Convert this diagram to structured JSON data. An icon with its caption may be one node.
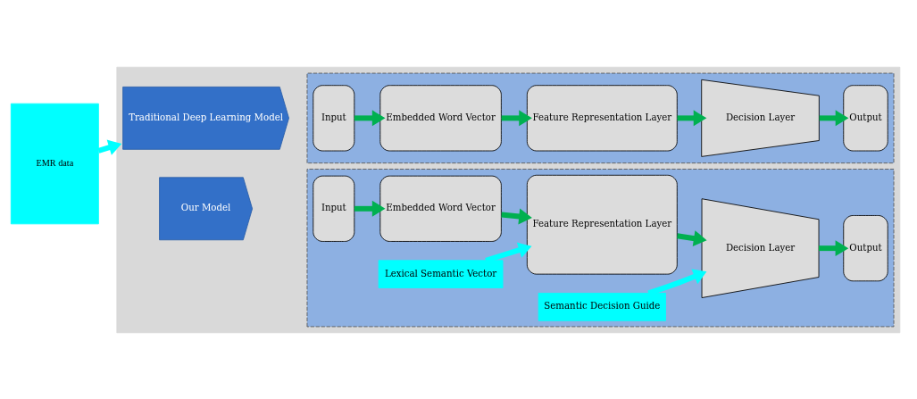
{
  "diagram": {
    "nodes": [
      {
        "text": [
          "EMR data"
        ]
      },
      {
        "text": [],
        "shape": "box"
      },
      {
        "text": [
          "Traditional Deep Learning Model"
        ],
        "in": 1
      },
      {
        "text": [],
        "shape": "box",
        "in": 1
      },
      {
        "text": [
          "Input"
        ],
        "in": 3
      },
      {
        "text": [
          "Embedded Word Vector"
        ],
        "in": 3
      },
      {
        "text": [
          "Feature Representation Layer"
        ],
        "in": 3
      },
      {
        "text": [
          "Decision Layer"
        ],
        "in": 3
      },
      {
        "text": [
          "Output"
        ],
        "in": 3
      },
      {
        "text": [
          "Our Model"
        ],
        "in": 1
      },
      {
        "text": [],
        "shape": "box",
        "in": 1
      },
      {
        "text": [
          "Input"
        ],
        "in": 10
      },
      {
        "text": [
          "Embedded Word Vector"
        ],
        "in": 10
      },
      {
        "text": [
          "Lexical Semantic Vector"
        ],
        "in": 10
      },
      {
        "text": [
          "Feature Representation Layer"
        ],
        "in": 10
      },
      {
        "text": [
          "Semantic Decision Guide"
        ],
        "in": 10
      },
      {
        "text": [
          "Decision Layer"
        ],
        "in": 10
      },
      {
        "text": [
          "Output"
        ],
        "in": 10
      }
    ],
    "edges": [
      {
        "from": 0,
        "to": 1,
        "arrow": "to",
        "color": "#00ffff"
      },
      {
        "from": 4,
        "to": 5,
        "arrow": "to"
      },
      {
        "from": 5,
        "to": 6,
        "arrow": "to"
      },
      {
        "from": 6,
        "to": 7,
        "arrow": "to"
      },
      {
        "from": 7,
        "to": 8,
        "arrow": "to"
      },
      {
        "from": 11,
        "to": 12,
        "arrow": "to"
      },
      {
        "from": 12,
        "to": 14,
        "arrow": "to"
      },
      {
        "from": 13,
        "to": 14,
        "arrow": "to",
        "color": "#00ffff"
      },
      {
        "from": 14,
        "to": 16,
        "arrow": "to"
      },
      {
        "from": 15,
        "to": 16,
        "arrow": "to",
        "color": "#00ffff"
      },
      {
        "from": 16,
        "to": 17,
        "arrow": "to"
      }
    ]
  }
}
